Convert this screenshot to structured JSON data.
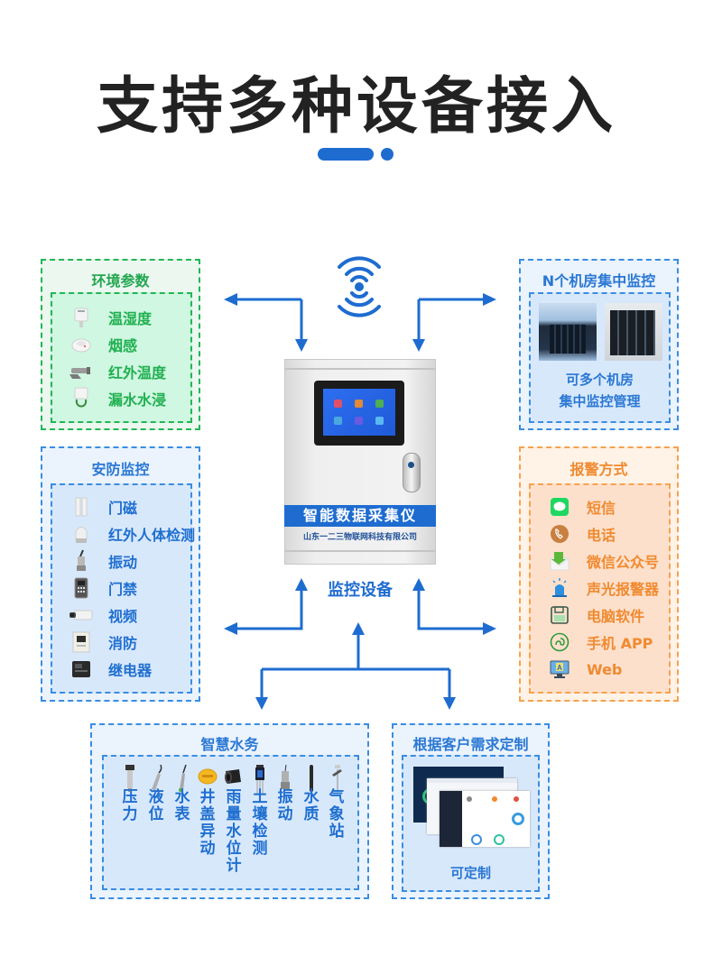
{
  "header": {
    "title": "支持多种设备接入"
  },
  "center": {
    "device_banner": "智能数据采集仪",
    "device_company": "山东一二三物联网科技有限公司",
    "device_caption": "监控设备",
    "wireless_icon": "wireless-signal-icon"
  },
  "panels": {
    "environment": {
      "title": "环境参数",
      "items": [
        {
          "label": "温湿度",
          "icon": "temperature-humidity-sensor-icon"
        },
        {
          "label": "烟感",
          "icon": "smoke-detector-icon"
        },
        {
          "label": "红外温度",
          "icon": "infrared-thermometer-icon"
        },
        {
          "label": "漏水水浸",
          "icon": "water-leak-sensor-icon"
        }
      ]
    },
    "security": {
      "title": "安防监控",
      "items": [
        {
          "label": "门磁",
          "icon": "door-magnet-icon"
        },
        {
          "label": "红外人体检测",
          "icon": "pir-sensor-icon"
        },
        {
          "label": "振动",
          "icon": "vibration-sensor-icon"
        },
        {
          "label": "门禁",
          "icon": "access-control-icon"
        },
        {
          "label": "视频",
          "icon": "camera-icon"
        },
        {
          "label": "消防",
          "icon": "fire-panel-icon"
        },
        {
          "label": "继电器",
          "icon": "relay-icon"
        }
      ]
    },
    "datacenter": {
      "title": "N个机房集中监控",
      "caption_line1": "可多个机房",
      "caption_line2": "集中监控管理",
      "images": [
        "server-room-photo-1",
        "server-room-photo-2"
      ]
    },
    "alarm": {
      "title": "报警方式",
      "colors": {
        "accent": "#f08a30"
      },
      "items": [
        {
          "label": "短信",
          "icon": "sms-icon"
        },
        {
          "label": "电话",
          "icon": "phone-icon"
        },
        {
          "label": "微信公众号",
          "icon": "wechat-mail-icon"
        },
        {
          "label": "声光报警器",
          "icon": "siren-icon"
        },
        {
          "label": "电脑软件",
          "icon": "floppy-disk-icon"
        },
        {
          "label": "手机 APP",
          "icon": "mini-program-icon"
        },
        {
          "label": "Web",
          "icon": "web-monitor-icon"
        }
      ]
    },
    "water": {
      "title": "智慧水务",
      "items": [
        {
          "label": "压力",
          "icon": "pressure-sensor-icon"
        },
        {
          "label": "液位",
          "icon": "level-sensor-icon"
        },
        {
          "label": "水表",
          "icon": "water-meter-icon"
        },
        {
          "label": "井盖异动",
          "icon": "manhole-cover-icon"
        },
        {
          "label": "雨量水位计",
          "icon": "rain-gauge-icon"
        },
        {
          "label": "土壤检测",
          "icon": "soil-sensor-icon"
        },
        {
          "label": "振动",
          "icon": "vibration-sensor-icon"
        },
        {
          "label": "水质",
          "icon": "water-quality-probe-icon"
        },
        {
          "label": "气象站",
          "icon": "weather-station-icon"
        }
      ]
    },
    "custom": {
      "title": "根据客户需求定制",
      "caption": "可定制",
      "image": "dashboard-screenshots"
    }
  },
  "colors": {
    "primary_blue": "#1e6cd0",
    "green": "#22b655",
    "orange": "#f5a24f",
    "title": "#222222"
  }
}
